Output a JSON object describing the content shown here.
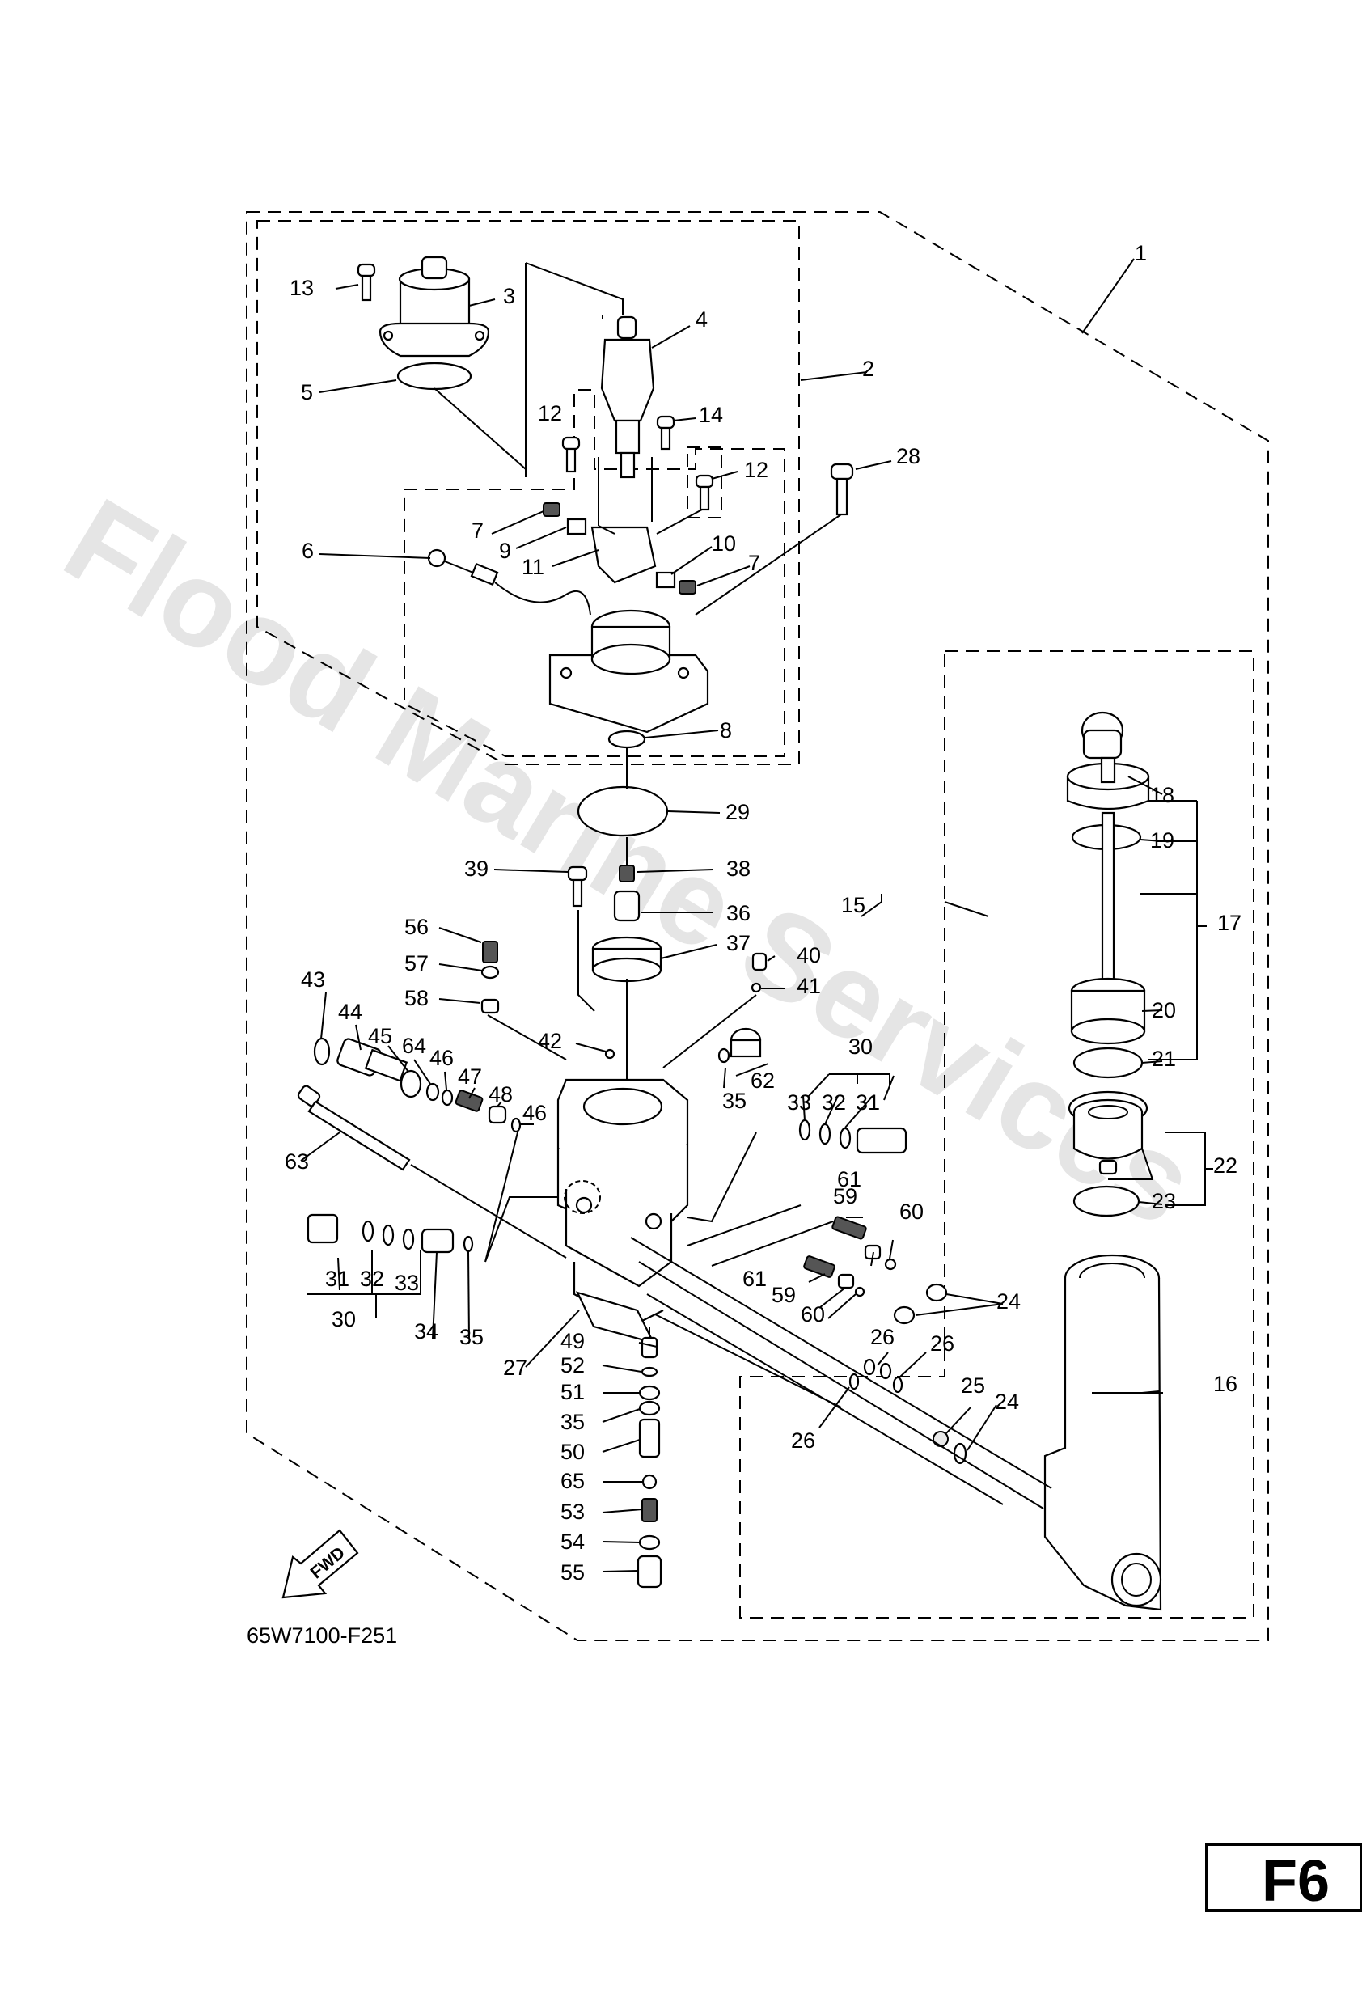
{
  "diagram": {
    "drawing_code": "65W7100-F251",
    "page_code": "F6",
    "fwd_label": "FWD",
    "watermark": "Flood Marine Services",
    "callouts": [
      {
        "id": "c1",
        "text": "1"
      },
      {
        "id": "c2",
        "text": "2"
      },
      {
        "id": "c3",
        "text": "3"
      },
      {
        "id": "c4",
        "text": "4"
      },
      {
        "id": "c5",
        "text": "5"
      },
      {
        "id": "c6",
        "text": "6"
      },
      {
        "id": "c7a",
        "text": "7"
      },
      {
        "id": "c7b",
        "text": "7"
      },
      {
        "id": "c8",
        "text": "8"
      },
      {
        "id": "c9",
        "text": "9"
      },
      {
        "id": "c10",
        "text": "10"
      },
      {
        "id": "c11",
        "text": "11"
      },
      {
        "id": "c12a",
        "text": "12"
      },
      {
        "id": "c12b",
        "text": "12"
      },
      {
        "id": "c13",
        "text": "13"
      },
      {
        "id": "c14",
        "text": "14"
      },
      {
        "id": "c15",
        "text": "15"
      },
      {
        "id": "c16",
        "text": "16"
      },
      {
        "id": "c17",
        "text": "17"
      },
      {
        "id": "c18",
        "text": "18"
      },
      {
        "id": "c19",
        "text": "19"
      },
      {
        "id": "c20",
        "text": "20"
      },
      {
        "id": "c21",
        "text": "21"
      },
      {
        "id": "c22",
        "text": "22"
      },
      {
        "id": "c23",
        "text": "23"
      },
      {
        "id": "c24a",
        "text": "24"
      },
      {
        "id": "c24b",
        "text": "24"
      },
      {
        "id": "c25",
        "text": "25"
      },
      {
        "id": "c26a",
        "text": "26"
      },
      {
        "id": "c26b",
        "text": "26"
      },
      {
        "id": "c26c",
        "text": "26"
      },
      {
        "id": "c27",
        "text": "27"
      },
      {
        "id": "c28",
        "text": "28"
      },
      {
        "id": "c29",
        "text": "29"
      },
      {
        "id": "c30a",
        "text": "30"
      },
      {
        "id": "c30b",
        "text": "30"
      },
      {
        "id": "c31a",
        "text": "31"
      },
      {
        "id": "c31b",
        "text": "31"
      },
      {
        "id": "c32a",
        "text": "32"
      },
      {
        "id": "c32b",
        "text": "32"
      },
      {
        "id": "c33a",
        "text": "33"
      },
      {
        "id": "c33b",
        "text": "33"
      },
      {
        "id": "c34",
        "text": "34"
      },
      {
        "id": "c35a",
        "text": "35"
      },
      {
        "id": "c35b",
        "text": "35"
      },
      {
        "id": "c35c",
        "text": "35"
      },
      {
        "id": "c36",
        "text": "36"
      },
      {
        "id": "c37",
        "text": "37"
      },
      {
        "id": "c38",
        "text": "38"
      },
      {
        "id": "c39",
        "text": "39"
      },
      {
        "id": "c40",
        "text": "40"
      },
      {
        "id": "c41",
        "text": "41"
      },
      {
        "id": "c42",
        "text": "42"
      },
      {
        "id": "c43",
        "text": "43"
      },
      {
        "id": "c44",
        "text": "44"
      },
      {
        "id": "c45",
        "text": "45"
      },
      {
        "id": "c46a",
        "text": "46"
      },
      {
        "id": "c46b",
        "text": "46"
      },
      {
        "id": "c47",
        "text": "47"
      },
      {
        "id": "c48",
        "text": "48"
      },
      {
        "id": "c49",
        "text": "49"
      },
      {
        "id": "c50",
        "text": "50"
      },
      {
        "id": "c51",
        "text": "51"
      },
      {
        "id": "c52",
        "text": "52"
      },
      {
        "id": "c53",
        "text": "53"
      },
      {
        "id": "c54",
        "text": "54"
      },
      {
        "id": "c55",
        "text": "55"
      },
      {
        "id": "c56",
        "text": "56"
      },
      {
        "id": "c57",
        "text": "57"
      },
      {
        "id": "c58",
        "text": "58"
      },
      {
        "id": "c59a",
        "text": "59"
      },
      {
        "id": "c59b",
        "text": "59"
      },
      {
        "id": "c60a",
        "text": "60"
      },
      {
        "id": "c60b",
        "text": "60"
      },
      {
        "id": "c61a",
        "text": "61"
      },
      {
        "id": "c61b",
        "text": "61"
      },
      {
        "id": "c62",
        "text": "62"
      },
      {
        "id": "c63",
        "text": "63"
      },
      {
        "id": "c64",
        "text": "64"
      },
      {
        "id": "c65",
        "text": "65"
      }
    ]
  }
}
